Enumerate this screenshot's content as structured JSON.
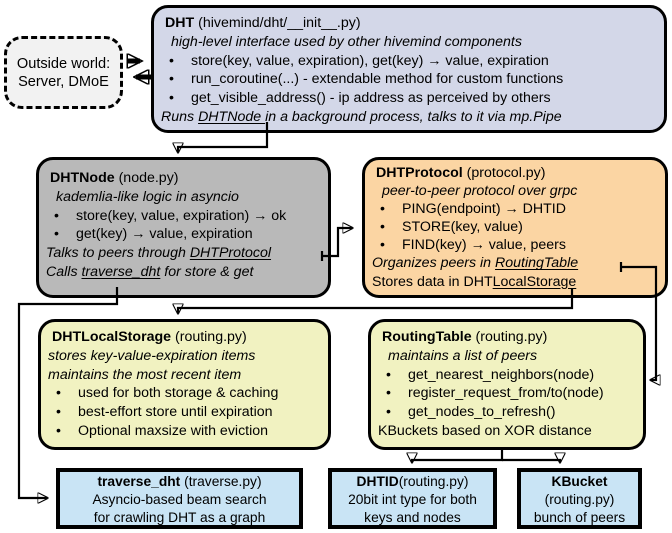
{
  "colors": {
    "dht_fill": "#d3d7e8",
    "dhtnode_fill": "#b9b9b9",
    "protocol_fill": "#fbd5a3",
    "storage_fill": "#f1f2c1",
    "routing_fill": "#f1f2c1",
    "leaf_fill": "#c9e4f5",
    "outside_fill": "#f2f2f2",
    "line_color": "#000000"
  },
  "outside_world": {
    "line1": "Outside world:",
    "line2": "Server, DMoE"
  },
  "dht": {
    "title": "DHT",
    "title_file": " (hivemind/dht/__init__.py)",
    "subtitle": "high-level interface used by other hivemind components",
    "bullets": [
      "store(key, value, expiration), get(key) → value, expiration",
      "run_coroutine(...) - extendable method for custom functions",
      "get_visible_address() - ip address as perceived by others"
    ],
    "footer_pre": "Runs ",
    "footer_ref": "DHTNode ",
    "footer_post": "in a background process, talks to it via mp.Pipe"
  },
  "dhtnode": {
    "title": "DHTNode",
    "title_file": " (node.py)",
    "subtitle": "kademlia-like logic in asyncio",
    "bullets": [
      "store(key, value, expiration) → ok",
      "get(key) → value, expiration"
    ],
    "note1_pre": "Talks to peers through ",
    "note1_ref": "DHTProtocol",
    "note2_pre": "Calls ",
    "note2_ref": "traverse_dht",
    "note2_post": " for store & get"
  },
  "protocol": {
    "title": "DHTProtocol",
    "title_file": " (protocol.py)",
    "subtitle": "peer-to-peer protocol over grpc",
    "bullets": [
      "PING(endpoint) → DHTID",
      "STORE(key, value)",
      "FIND(key) → value, peers"
    ],
    "note1_pre": "Organizes peers in ",
    "note1_ref": "RoutingTable",
    "note2_pre": "Stores data in DHT",
    "note2_ref": "LocalStorage"
  },
  "storage": {
    "title": "DHTLocalStorage",
    "title_file": " (routing.py)",
    "subtitle1": "stores key-value-expiration items",
    "subtitle2": "maintains the most recent item",
    "bullets": [
      "used for both storage & caching",
      "best-effort store until expiration",
      "Optional maxsize with eviction"
    ]
  },
  "routing": {
    "title": "RoutingTable",
    "title_file": " (routing.py)",
    "subtitle": "maintains a list of peers",
    "bullets": [
      "get_nearest_neighbors(node)",
      "register_request_from/to(node)",
      "get_nodes_to_refresh()"
    ],
    "footer": "KBuckets based on XOR distance"
  },
  "traverse": {
    "title": "traverse_dht",
    "title_file": " (traverse.py)",
    "line2": "Asyncio-based beam search",
    "line3": "for crawling DHT as a graph"
  },
  "dhtid": {
    "title": "DHTID",
    "title_file": "(routing.py)",
    "line2": "20bit int type for both",
    "line3": "keys and nodes"
  },
  "kbucket": {
    "title": "KBucket",
    "title_file": "(routing.py)",
    "line3": "bunch of peers"
  }
}
